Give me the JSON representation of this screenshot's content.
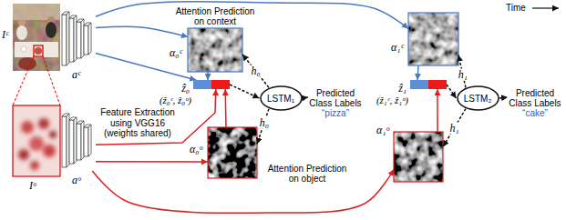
{
  "diagram": {
    "nodes": [
      {
        "text": [
          "Iᶜ"
        ]
      },
      {
        "text": [
          "aᶜ"
        ]
      },
      {
        "text": [
          "Iᵒ"
        ]
      },
      {
        "text": [
          "aᵒ"
        ]
      },
      {
        "text": [
          "Attention Prediction on context",
          "α₀ᶜ"
        ]
      },
      {
        "text": [
          "α₀ᵒ",
          "Attention Prediction on object"
        ]
      },
      {
        "text": [
          "ẑ₀",
          "(ẑ₀ᶜ, ẑ₀ᵒ)"
        ]
      },
      {
        "text": [
          "LSTM₁"
        ]
      },
      {
        "text": [
          "Predicted Class Labels",
          "“pizza”"
        ]
      },
      {
        "text": [
          "α₁ᶜ"
        ]
      },
      {
        "text": [
          "α₁ᵒ"
        ]
      },
      {
        "text": [
          "ẑ₁",
          "(ẑ₁ᶜ, ẑ₁ᵒ)"
        ]
      },
      {
        "text": [
          "LSTM₂"
        ]
      },
      {
        "text": [
          "Predicted Class Labels",
          "“cake”"
        ]
      }
    ],
    "edges": [
      {
        "from": 1,
        "to": 4,
        "arrow": "to"
      },
      {
        "from": 1,
        "to": 9,
        "arrow": "to"
      },
      {
        "from": 1,
        "to": 6,
        "arrow": "to"
      },
      {
        "from": 4,
        "to": 6,
        "arrow": "to"
      },
      {
        "from": 3,
        "to": 5,
        "arrow": "to"
      },
      {
        "from": 3,
        "to": 10,
        "arrow": "to"
      },
      {
        "from": 3,
        "to": 6,
        "arrow": "to"
      },
      {
        "from": 5,
        "to": 6,
        "arrow": "to"
      },
      {
        "from": 9,
        "to": 11,
        "arrow": "to"
      },
      {
        "from": 10,
        "to": 11,
        "arrow": "to"
      },
      {
        "from": 6,
        "to": 7,
        "arrow": "to"
      },
      {
        "from": 7,
        "to": 8,
        "arrow": "to"
      },
      {
        "from": 7,
        "to": 4,
        "label": "h₀",
        "arrow": "to"
      },
      {
        "from": 7,
        "to": 5,
        "label": "h₀",
        "arrow": "to"
      },
      {
        "from": 11,
        "to": 12,
        "arrow": "to"
      },
      {
        "from": 12,
        "to": 13,
        "arrow": "to"
      },
      {
        "from": 12,
        "to": 9,
        "label": "h₁",
        "arrow": "to"
      },
      {
        "from": 12,
        "to": 10,
        "label": "h₁",
        "arrow": "to"
      }
    ],
    "labels": [
      "Feature Extraction using VGG16 (weights shared)",
      "Time"
    ]
  }
}
